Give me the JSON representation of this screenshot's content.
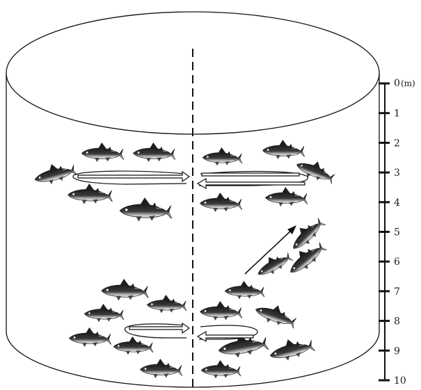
{
  "depth_scale": {
    "ticks": [
      {
        "label": "0",
        "depth": 0
      },
      {
        "label": "1",
        "depth": 1
      },
      {
        "label": "2",
        "depth": 2
      },
      {
        "label": "3",
        "depth": 3
      },
      {
        "label": "4",
        "depth": 4
      },
      {
        "label": "5",
        "depth": 5
      },
      {
        "label": "6",
        "depth": 6
      },
      {
        "label": "7",
        "depth": 7
      },
      {
        "label": "8",
        "depth": 8
      },
      {
        "label": "9",
        "depth": 9
      },
      {
        "label": "10",
        "depth": 10
      }
    ],
    "unit": "(m)"
  },
  "colors": {
    "ink": "#111111",
    "fish_dark": "#1e1e1e",
    "fish_light": "#d8d8d8",
    "background": "#ffffff"
  },
  "icons": {
    "fish": "tuna-fish-icon",
    "arrow": "swim-direction-arrow-icon"
  }
}
